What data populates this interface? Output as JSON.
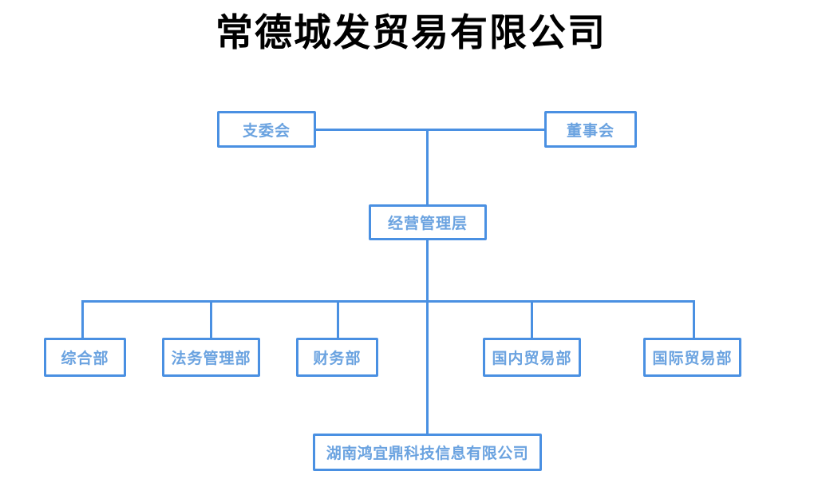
{
  "chart": {
    "title": "常德城发贸易有限公司",
    "type": "org-chart",
    "colors": {
      "line": "#4a90e2",
      "border": "#4a90e2",
      "node_text": "#6ba3e0",
      "title_text": "#000000",
      "background": "#ffffff",
      "node_fill": "#ffffff"
    }
  },
  "nodes": {
    "party_committee": {
      "label": "支委会"
    },
    "board_of_directors": {
      "label": "董事会"
    },
    "management": {
      "label": "经营管理层"
    },
    "departments": [
      {
        "label": "综合部"
      },
      {
        "label": "法务管理部"
      },
      {
        "label": "财务部"
      },
      {
        "label": "国内贸易部"
      },
      {
        "label": "国际贸易部"
      }
    ],
    "subsidiary": {
      "label": "湖南鸿宜鼎科技信息有限公司"
    }
  }
}
